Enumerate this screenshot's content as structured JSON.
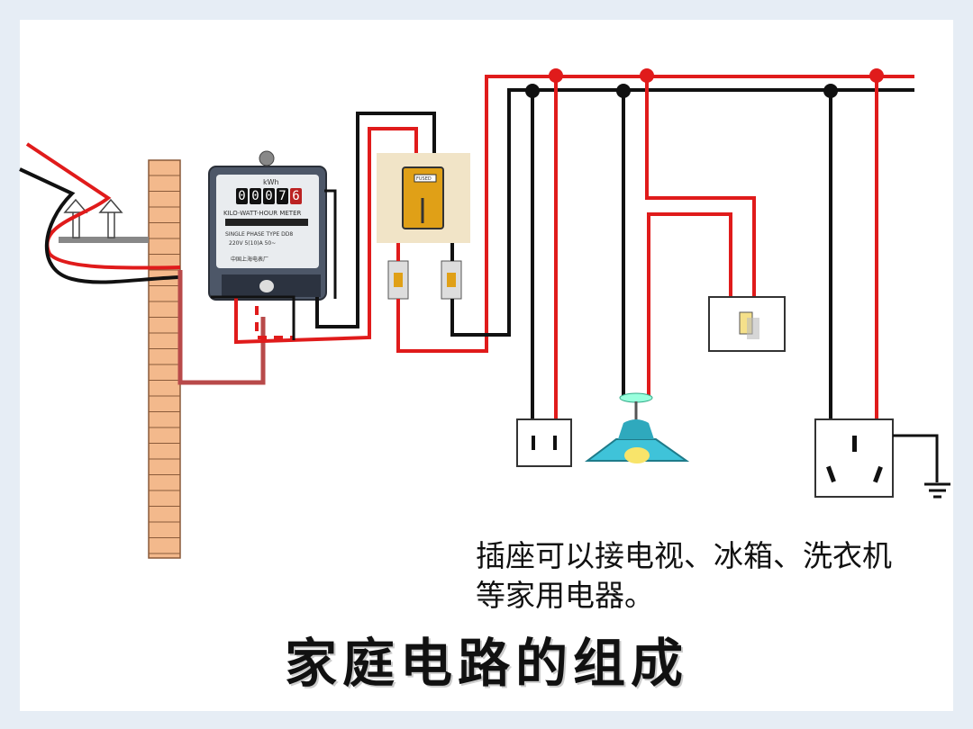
{
  "caption": {
    "line1": "插座可以接电视、冰箱、洗衣机",
    "line2": "等家用电器。"
  },
  "title": "家庭电路的组成",
  "meter": {
    "unit": "kWh",
    "digits": [
      "0",
      "0",
      "0",
      "7",
      "6"
    ],
    "nameplate": "KILO-WATT-HOUR METER",
    "spec": "SINGLE PHASE TYPE DD8",
    "rating": "220V  5(10)A  50~",
    "maker": "中国上海电表厂"
  },
  "fuse": {
    "label": "FUSED"
  },
  "colors": {
    "live_wire": "#e01b1b",
    "neutral_wire": "#111111",
    "brick": "#f3b98c",
    "lamp_shade": "#3fc3d9",
    "switch_knob": "#f5e08a"
  }
}
